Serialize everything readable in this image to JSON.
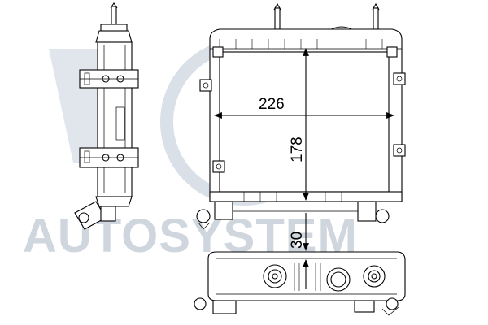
{
  "watermark": {
    "text": "AUTOSYSTEM",
    "color": "#cfd6de"
  },
  "dimensions": {
    "width": "226",
    "height": "178",
    "depth": "30"
  }
}
